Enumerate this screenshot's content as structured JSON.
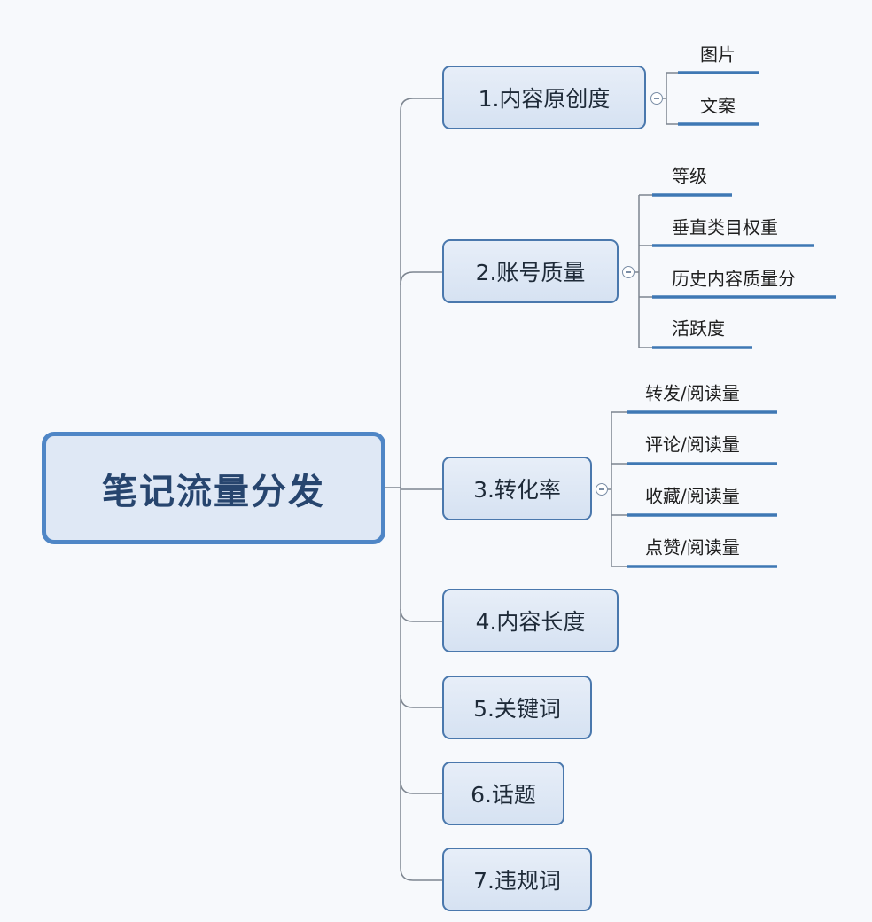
{
  "root": {
    "label": "笔记流量分发"
  },
  "branches": [
    {
      "label": "1.内容原创度",
      "children": [
        "图片",
        "文案"
      ]
    },
    {
      "label": "2.账号质量",
      "children": [
        "等级",
        "垂直类目权重",
        "历史内容质量分",
        "活跃度"
      ]
    },
    {
      "label": "3.转化率",
      "children": [
        "转发/阅读量",
        "评论/阅读量",
        "收藏/阅读量",
        "点赞/阅读量"
      ]
    },
    {
      "label": "4.内容长度"
    },
    {
      "label": "5.关键词"
    },
    {
      "label": "6.话题"
    },
    {
      "label": "7.违规词"
    }
  ],
  "colors": {
    "accent": "#4f86c6",
    "node_fill": "#dfe8f5",
    "underline": "#3f78b4"
  }
}
